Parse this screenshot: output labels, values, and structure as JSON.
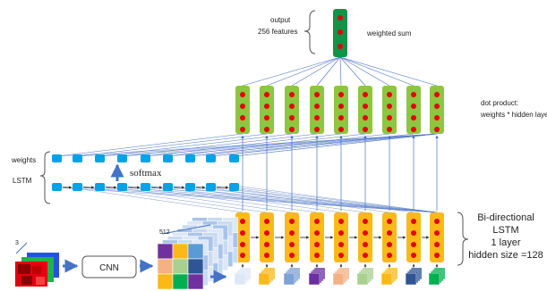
{
  "labels": {
    "output_line1": "output",
    "output_line2": "256 features",
    "weighted_sum": "weighted sum",
    "dot_product_line1": "dot product:",
    "dot_product_line2": "weights * hidden layer",
    "weights": "weights",
    "lstm": "LSTM",
    "softmax": "softmax",
    "depth_512": "512",
    "input_3": "3",
    "cnn": "CNN",
    "bilstm_line1": "Bi-directional",
    "bilstm_line2": "LSTM",
    "bilstm_line3": "1 layer",
    "bilstm_line4": "hidden size =128"
  },
  "colors": {
    "green_cell": "#8dc63f",
    "green_dark": "#119447",
    "orange_cell": "#fbb918",
    "blue_cell": "#00a2e8",
    "red_dot": "#e3000f",
    "line_blue": "#4a72c4",
    "arrow_blue": "#4472c4",
    "input_red": "#e3000f",
    "input_green": "#22b14c",
    "input_blue": "#2452e0",
    "input_dark": "#8b0000"
  },
  "feature_cube_colors": [
    "#dde7f5",
    "#fbb918",
    "#7ea1d6",
    "#6b2fa0",
    "#f4b183",
    "#a9d08e",
    "#fbb918",
    "#2f5597",
    "#00b050"
  ],
  "grid_colors": [
    "#7030a0",
    "#fbb918",
    "#5b9bd5",
    "#f4b183",
    "#a9d08e",
    "#2f5597",
    "#fbb918",
    "#00b050",
    "#7030a0"
  ]
}
